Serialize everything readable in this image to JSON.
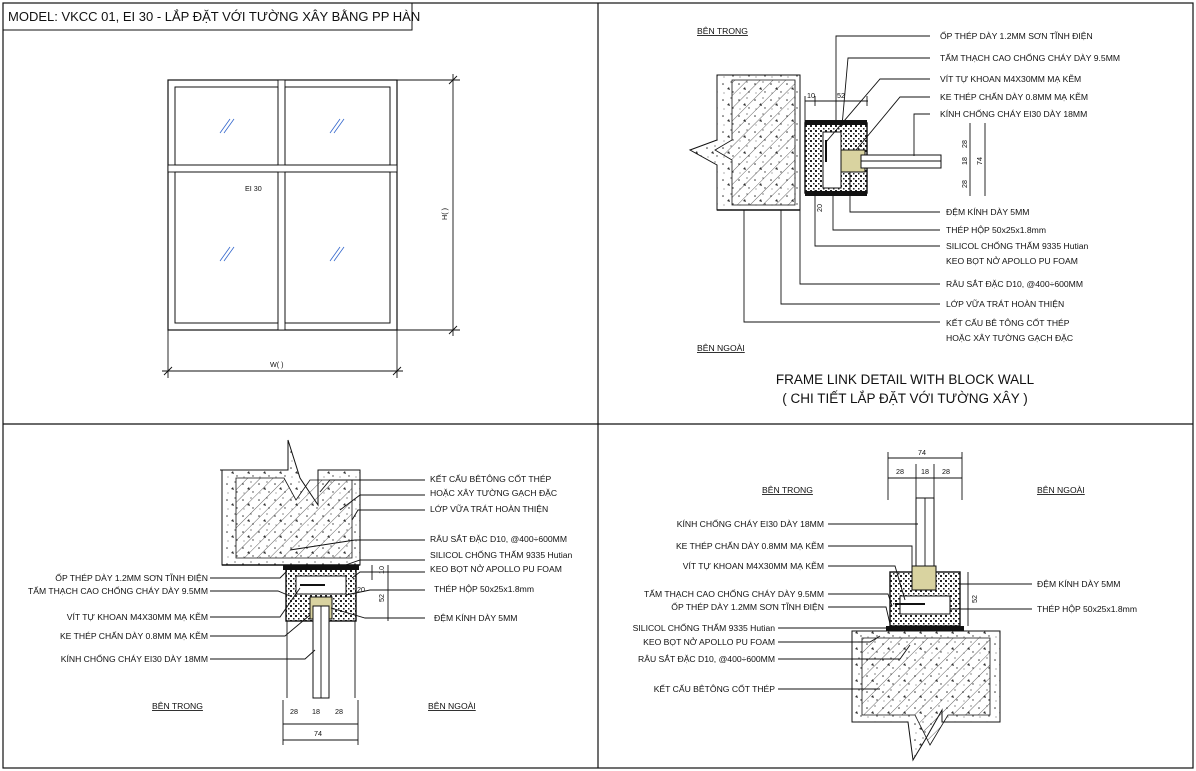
{
  "model_title": "MODEL: VKCC 01, EI 30 - LẮP ĐẶT VỚI TƯỜNG XÂY BẰNG PP HÀN",
  "elevation": {
    "center_label": "EI 30",
    "height_label": "H(  )",
    "width_label": "W(  )"
  },
  "top_detail": {
    "title_line1": "FRAME LINK DETAIL WITH BLOCK WALL",
    "title_line2": "( CHI TIẾT LẮP ĐẶT VỚI TƯỜNG XÂY )",
    "inside_label": "BÊN TRONG",
    "outside_label": "BÊN NGOÀI",
    "callouts": [
      "ỐP THÉP DÀY 1.2MM SƠN TĨNH ĐIỆN",
      "TẤM THẠCH CAO CHỐNG CHÁY DÀY 9.5MM",
      "VÍT TỰ KHOAN M4X30MM MẠ KẼM",
      "KE THÉP CHẤN DÀY 0.8MM MẠ KẼM",
      "KÍNH CHỐNG CHÁY EI30 DÀY 18MM",
      "ĐỆM KÍNH DÀY 5MM",
      "THÉP HỘP 50x25x1.8mm",
      "SILICOL CHỐNG THẤM 9335 Hutian",
      "KEO BỌT NỞ APOLLO PU FOAM",
      "RÂU SẮT ĐẶC D10, @400÷600MM",
      "LỚP VỮA TRÁT HOÀN THIỆN",
      "KẾT CẤU BÊ TÔNG CỐT THÉP",
      "HOẶC XÂY TƯỜNG GẠCH ĐẶC"
    ],
    "dims": {
      "d10": "10",
      "d52": "52",
      "d28a": "28",
      "d18": "18",
      "d28b": "28",
      "d74": "74",
      "d20": "20"
    }
  },
  "bottom_left": {
    "inside_label": "BÊN TRONG",
    "outside_label": "BÊN NGOÀI",
    "callouts_right": [
      "KẾT CẤU BÊTÔNG CỐT THÉP",
      "HOẶC XÂY TƯỜNG GẠCH ĐẶC",
      "LỚP VỮA TRÁT HOÀN THIỆN",
      "RÂU SẮT ĐẶC D10, @400÷600MM",
      "SILICOL CHỐNG THẤM 9335 Hutian",
      "KEO BỌT NỞ APOLLO PU FOAM",
      "THÉP HỘP 50x25x1.8mm",
      "ĐỆM KÍNH DÀY 5MM"
    ],
    "callouts_left": [
      "ỐP THÉP DÀY 1.2MM SƠN TĨNH ĐIỆN",
      "TẤM THẠCH CAO CHỐNG CHÁY DÀY 9.5MM",
      "VÍT TỰ KHOAN M4X30MM MẠ KẼM",
      "KE THÉP CHẤN DÀY 0.8MM MẠ KẼM",
      "KÍNH CHỐNG CHÁY EI30 DÀY 18MM"
    ],
    "dims": {
      "d10": "10",
      "d20": "20",
      "d52": "52",
      "d28a": "28",
      "d18": "18",
      "d28b": "28",
      "d74": "74"
    }
  },
  "bottom_right": {
    "inside_label": "BÊN TRONG",
    "outside_label": "BÊN NGOÀI",
    "callouts_left": [
      "KÍNH CHỐNG CHÁY EI30 DÀY 18MM",
      "KE THÉP CHẤN DÀY 0.8MM MẠ KẼM",
      "VÍT TỰ KHOAN M4X30MM MẠ KẼM",
      "TẤM THẠCH CAO CHỐNG CHÁY DÀY 9.5MM",
      "ỐP THÉP DÀY 1.2MM SƠN TĨNH ĐIỆN",
      "SILICOL CHỐNG THẤM 9335 Hutian",
      "KEO BỌT NỞ APOLLO PU FOAM",
      "RÂU SẮT ĐẶC D10, @400÷600MM",
      "KẾT CẤU BÊTÔNG CỐT THÉP"
    ],
    "callouts_right": [
      "ĐỆM KÍNH DÀY 5MM",
      "THÉP HỘP 50x25x1.8mm"
    ],
    "dims": {
      "d74": "74",
      "d28a": "28",
      "d18": "18",
      "d28b": "28",
      "d52": "52"
    }
  }
}
